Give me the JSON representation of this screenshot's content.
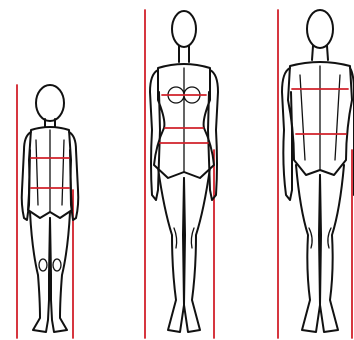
{
  "image": {
    "subject": "fashion-croquis-proportion-comparison",
    "figures": [
      "child",
      "woman",
      "man"
    ]
  },
  "colors": {
    "background": "#ffffff",
    "outline": "#111111",
    "guide_line": "#d1202a",
    "measurement_line": "#d1202a"
  }
}
